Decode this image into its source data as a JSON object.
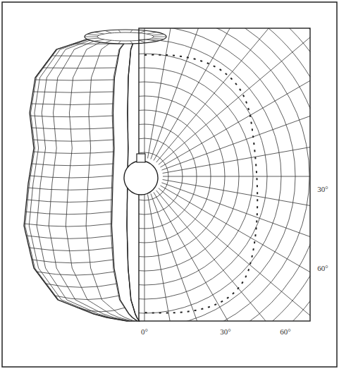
{
  "diagram": {
    "labels": [
      "0°",
      "30°",
      "60°",
      "30°",
      "60°"
    ]
  }
}
